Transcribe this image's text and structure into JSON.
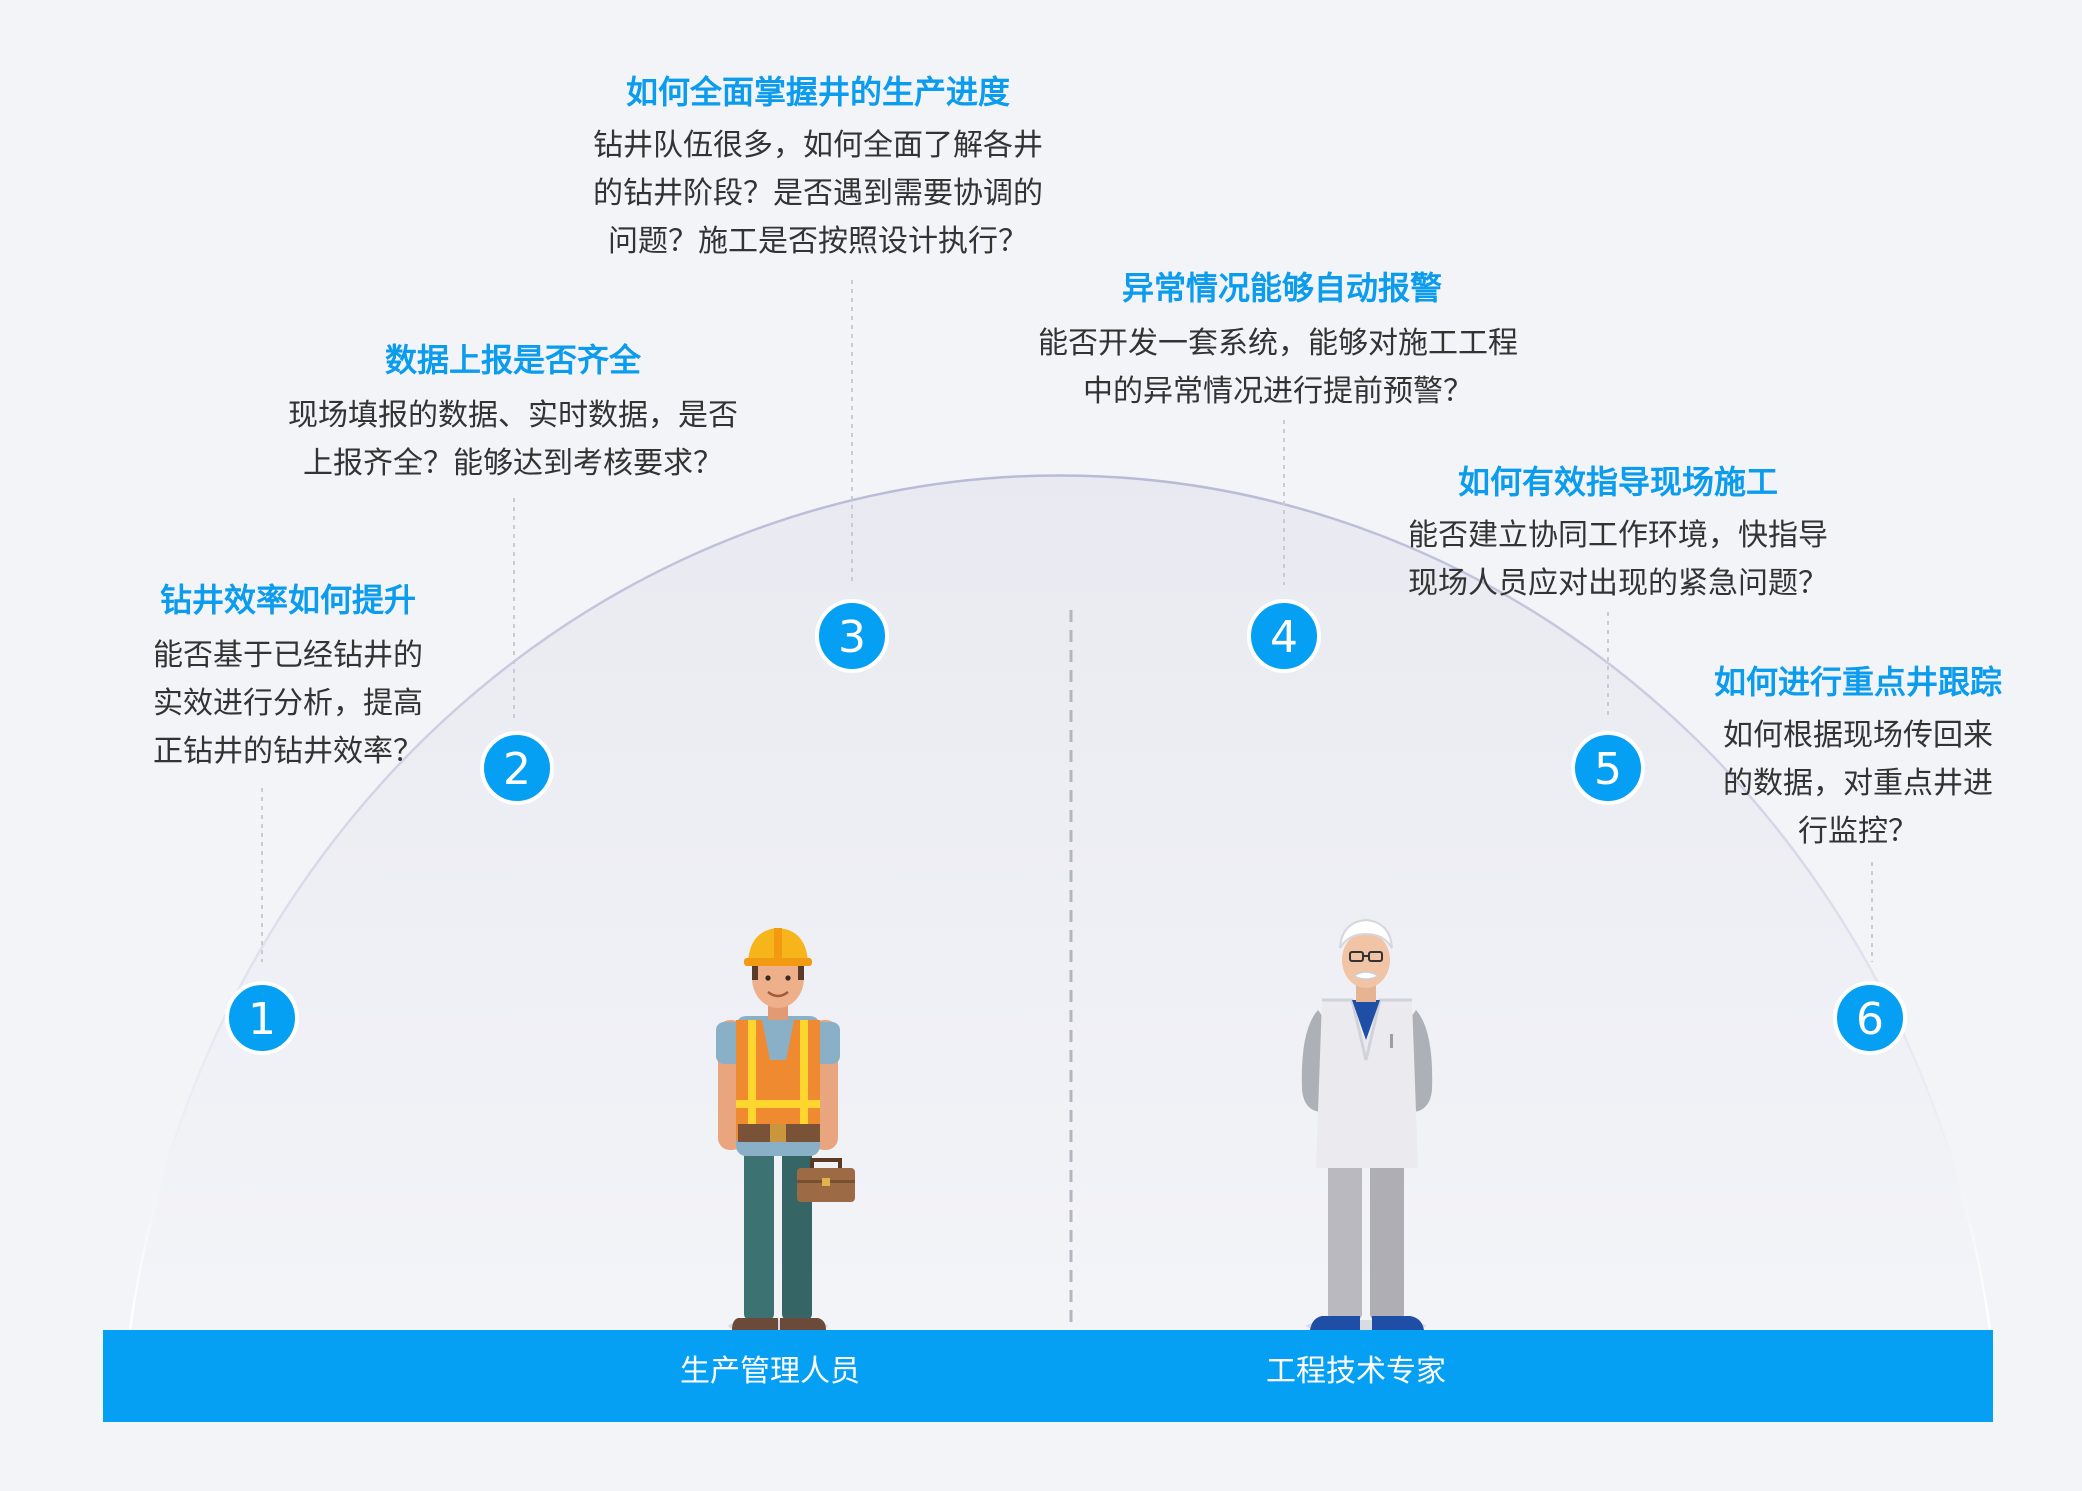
{
  "issues": [
    {
      "number": "1",
      "title": "钻井效率如何提升",
      "body": "能否基于已经钻井的\n实效进行分析，提高\n正钻井的钻井效率？"
    },
    {
      "number": "2",
      "title": "数据上报是否齐全",
      "body": "现场填报的数据、实时数据，是否\n上报齐全？能够达到考核要求？"
    },
    {
      "number": "3",
      "title": "如何全面掌握井的生产进度",
      "body": "钻井队伍很多，如何全面了解各井\n的钻井阶段？是否遇到需要协调的\n问题？施工是否按照设计执行？"
    },
    {
      "number": "4",
      "title": "异常情况能够自动报警",
      "body": "能否开发一套系统，能够对施工工程\n中的异常情况进行提前预警？"
    },
    {
      "number": "5",
      "title": "如何有效指导现场施工",
      "body": "能否建立协同工作环境，快指导\n现场人员应对出现的紧急问题？"
    },
    {
      "number": "6",
      "title": "如何进行重点井跟踪",
      "body": "如何根据现场传回来\n的数据，对重点井进\n行监控？"
    }
  ],
  "roles": {
    "left": "生产管理人员",
    "right": "工程技术专家"
  },
  "colors": {
    "accent": "#0b9cee",
    "bar": "#05a0f3",
    "background": "#f3f4f8",
    "text": "#333333"
  },
  "icons": {
    "left_figure": "construction-worker-illustration",
    "right_figure": "engineer-scientist-illustration"
  }
}
